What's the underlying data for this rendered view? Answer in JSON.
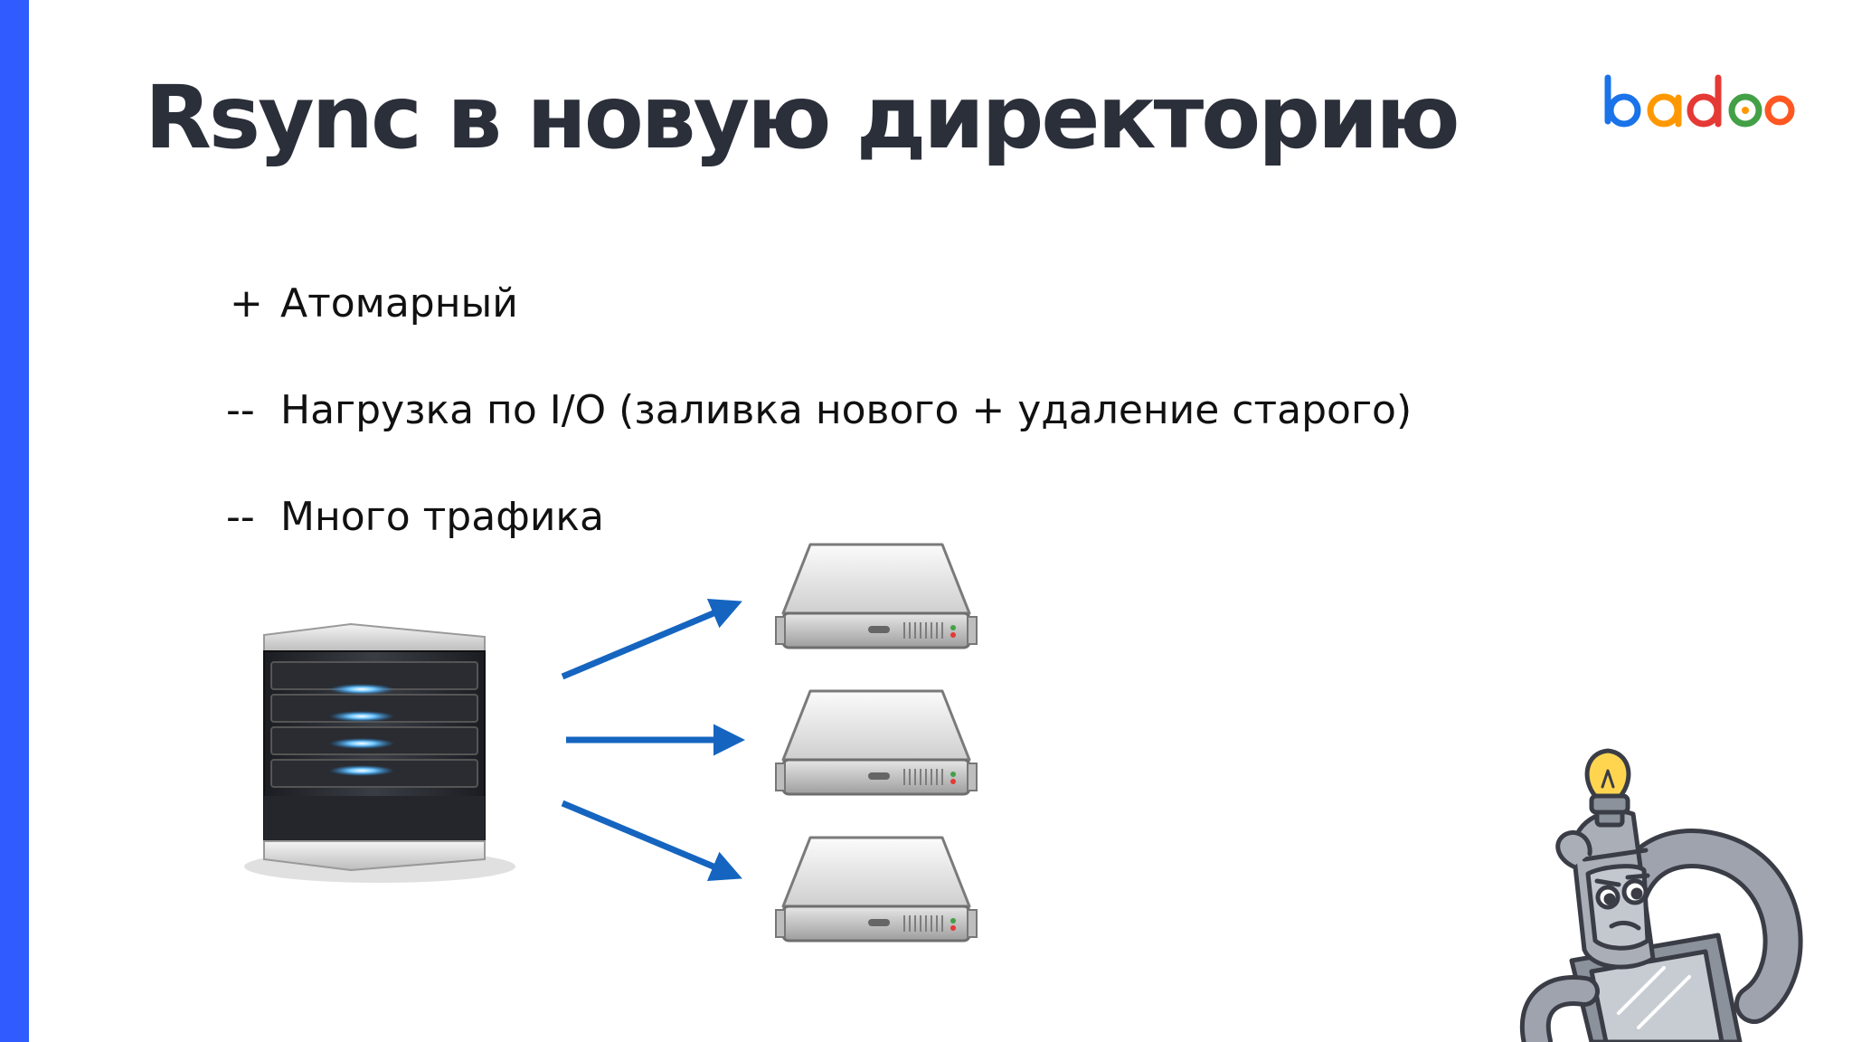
{
  "slide": {
    "title": "Rsync в новую директорию",
    "logo_text": "badoo"
  },
  "bullets": [
    {
      "marker": "+",
      "text": "Атомарный"
    },
    {
      "marker": "--",
      "text": "Нагрузка по I/O (заливка нового + удаление старого)"
    },
    {
      "marker": "--",
      "text": "Много трафика"
    }
  ],
  "diagram": {
    "source": "source-server",
    "targets": [
      "target-server-1",
      "target-server-2",
      "target-server-3"
    ]
  },
  "colors": {
    "accent": "#2f5bff",
    "arrow": "#1565c0",
    "title": "#2b2f3a",
    "logo": [
      "#1a73e8",
      "#ff9800",
      "#e53935",
      "#43a047",
      "#ff5722"
    ]
  },
  "icons": {
    "source": "tower-server-icon",
    "target": "rack-server-icon",
    "arrow": "arrow-right-icon",
    "mascot": "robot-mascot-icon"
  }
}
